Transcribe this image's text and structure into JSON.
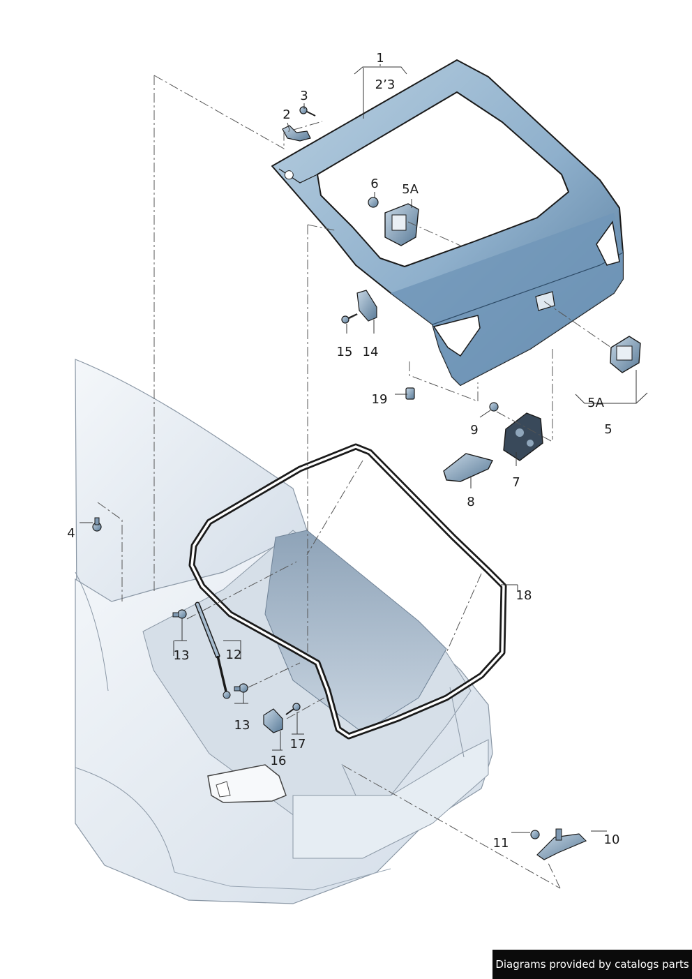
{
  "diagram": {
    "callouts": {
      "c1": "1",
      "c2_3": "2’3",
      "c2": "2",
      "c3": "3",
      "c4": "4",
      "c5": "5",
      "c5a_top": "5A",
      "c5a_bottom": "5A",
      "c6": "6",
      "c7": "7",
      "c8": "8",
      "c9": "9",
      "c10": "10",
      "c11": "11",
      "c12": "12",
      "c13_a": "13",
      "c13_b": "13",
      "c14": "14",
      "c15": "15",
      "c16": "16",
      "c17": "17",
      "c18": "18",
      "c19": "19"
    },
    "colors": {
      "panel_fill": "#8fb0cc",
      "panel_dark": "#5f86a8",
      "car_fill": "#e3eaf1",
      "line": "#1a1a1a",
      "leader": "#333333"
    }
  },
  "footer": {
    "credit": "Diagrams provided by catalogs parts"
  }
}
